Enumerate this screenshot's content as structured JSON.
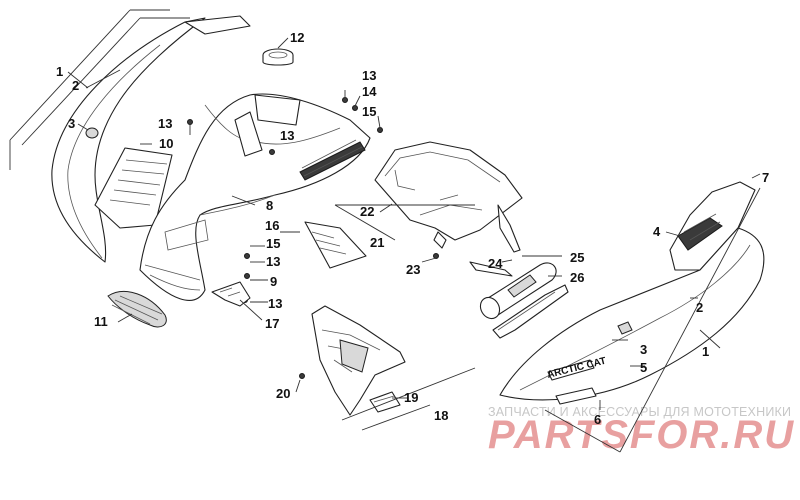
{
  "callouts": {
    "c1a": "1",
    "c2a": "2",
    "c3a": "3",
    "c10": "10",
    "c11": "11",
    "c12": "12",
    "c13a": "13",
    "c13b": "13",
    "c13c": "13",
    "c13d": "13",
    "c13e": "13",
    "c14": "14",
    "c15a": "15",
    "c15b": "15",
    "c16": "16",
    "c8": "8",
    "c9": "9",
    "c17": "17",
    "c18": "18",
    "c19": "19",
    "c20": "20",
    "c21": "21",
    "c22": "22",
    "c23": "23",
    "c24": "24",
    "c25": "25",
    "c26": "26",
    "c4": "4",
    "c7": "7",
    "c2b": "2",
    "c1b": "1",
    "c3b": "3",
    "c5": "5",
    "c6": "6"
  },
  "decal_text": "ARCTIC CAT",
  "watermark": {
    "subtitle": "ЗАПЧАСТИ И АКСЕССУАРЫ ДЛЯ МОТОТЕХНИКИ",
    "brand": "PARTSFOR.RU"
  },
  "colors": {
    "line": "#222222",
    "watermark_red": "#e8a0a0",
    "watermark_gray": "#c7c7c7"
  }
}
